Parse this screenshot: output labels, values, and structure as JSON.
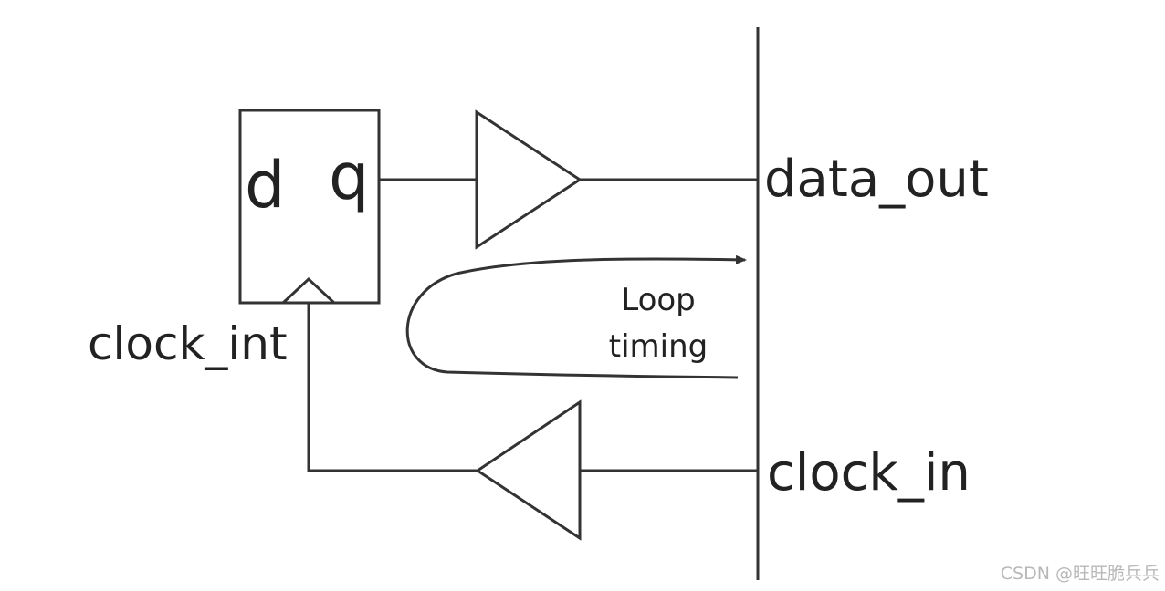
{
  "flipflop": {
    "d_label": "d",
    "q_label": "q"
  },
  "labels": {
    "clock_int": "clock_int",
    "data_out": "data_out",
    "clock_in": "clock_in",
    "loop_line1": "Loop",
    "loop_line2": "timing"
  },
  "watermark": "CSDN @旺旺脆兵兵",
  "colors": {
    "line": "#333333",
    "text": "#222222",
    "watermark": "#b8b8b8"
  }
}
